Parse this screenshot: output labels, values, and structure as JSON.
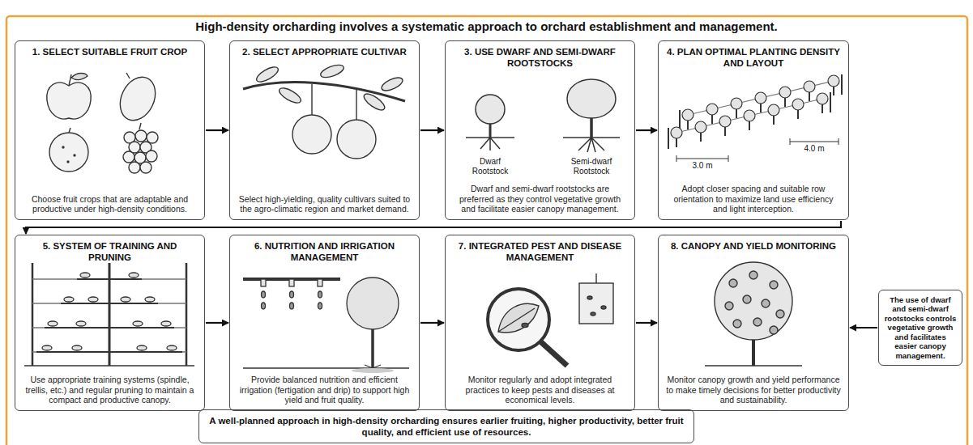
{
  "diagram": {
    "title": "High-density orcharding involves a systematic approach to orchard establishment and management.",
    "nodes": [
      {
        "text": [
          "1. SELECT SUITABLE FRUIT CROP",
          "Choose fruit crops that are adaptable and productive under high-density conditions."
        ]
      },
      {
        "text": [
          "2. SELECT APPROPRIATE CULTIVAR",
          "Select high-yielding, quality cultivars suited to the agro-climatic region and market demand."
        ]
      },
      {
        "text": [
          "3. USE DWARF AND SEMI-DWARF ROOTSTOCKS",
          "Dwarf and semi-dwarf rootstocks are preferred as they control vegetative growth and facilitate easier canopy management."
        ]
      },
      {
        "text": [
          "4. PLAN OPTIMAL PLANTING DENSITY AND LAYOUT",
          "Adopt closer spacing and suitable row orientation to maximize land use efficiency and light interception."
        ]
      },
      {
        "text": [
          "5. SYSTEM OF TRAINING AND PRUNING",
          "Use appropriate training systems (spindle, trellis, etc.) and regular pruning to maintain a compact and productive canopy."
        ]
      },
      {
        "text": [
          "6. NUTRITION AND IRRIGATION MANAGEMENT",
          "Provide balanced nutrition and efficient irrigation (fertigation and drip) to support high yield and fruit quality."
        ]
      },
      {
        "text": [
          "7. INTEGRATED PEST AND DISEASE MANAGEMENT",
          "Monitor regularly and adopt integrated practices to keep pests and diseases at economical levels."
        ]
      },
      {
        "text": [
          "8. CANOPY AND YIELD MONITORING",
          "Monitor canopy growth and yield performance to make timely decisions for better productivity and sustainability."
        ]
      },
      {
        "text": [
          "The use of dwarf and semi-dwarf rootstocks controls vegetative growth and facilitates easier canopy management."
        ]
      },
      {
        "text": [
          "A well-planned approach in high-density orcharding ensures earlier fruiting, higher productivity, better fruit quality, and efficient use of resources."
        ]
      }
    ],
    "edges": [
      {
        "from": 0,
        "to": 1,
        "arrow": "to"
      },
      {
        "from": 1,
        "to": 2,
        "arrow": "to"
      },
      {
        "from": 2,
        "to": 3,
        "arrow": "to"
      },
      {
        "from": 3,
        "to": 4,
        "arrow": "to"
      },
      {
        "from": 4,
        "to": 5,
        "arrow": "to"
      },
      {
        "from": 5,
        "to": 6,
        "arrow": "to"
      },
      {
        "from": 6,
        "to": 7,
        "arrow": "to"
      },
      {
        "from": 8,
        "to": 7,
        "arrow": "to"
      }
    ],
    "labels": [
      "Dwarf Rootstock",
      "Semi-dwarf Rootstock",
      "3.0 m",
      "4.0 m"
    ]
  }
}
